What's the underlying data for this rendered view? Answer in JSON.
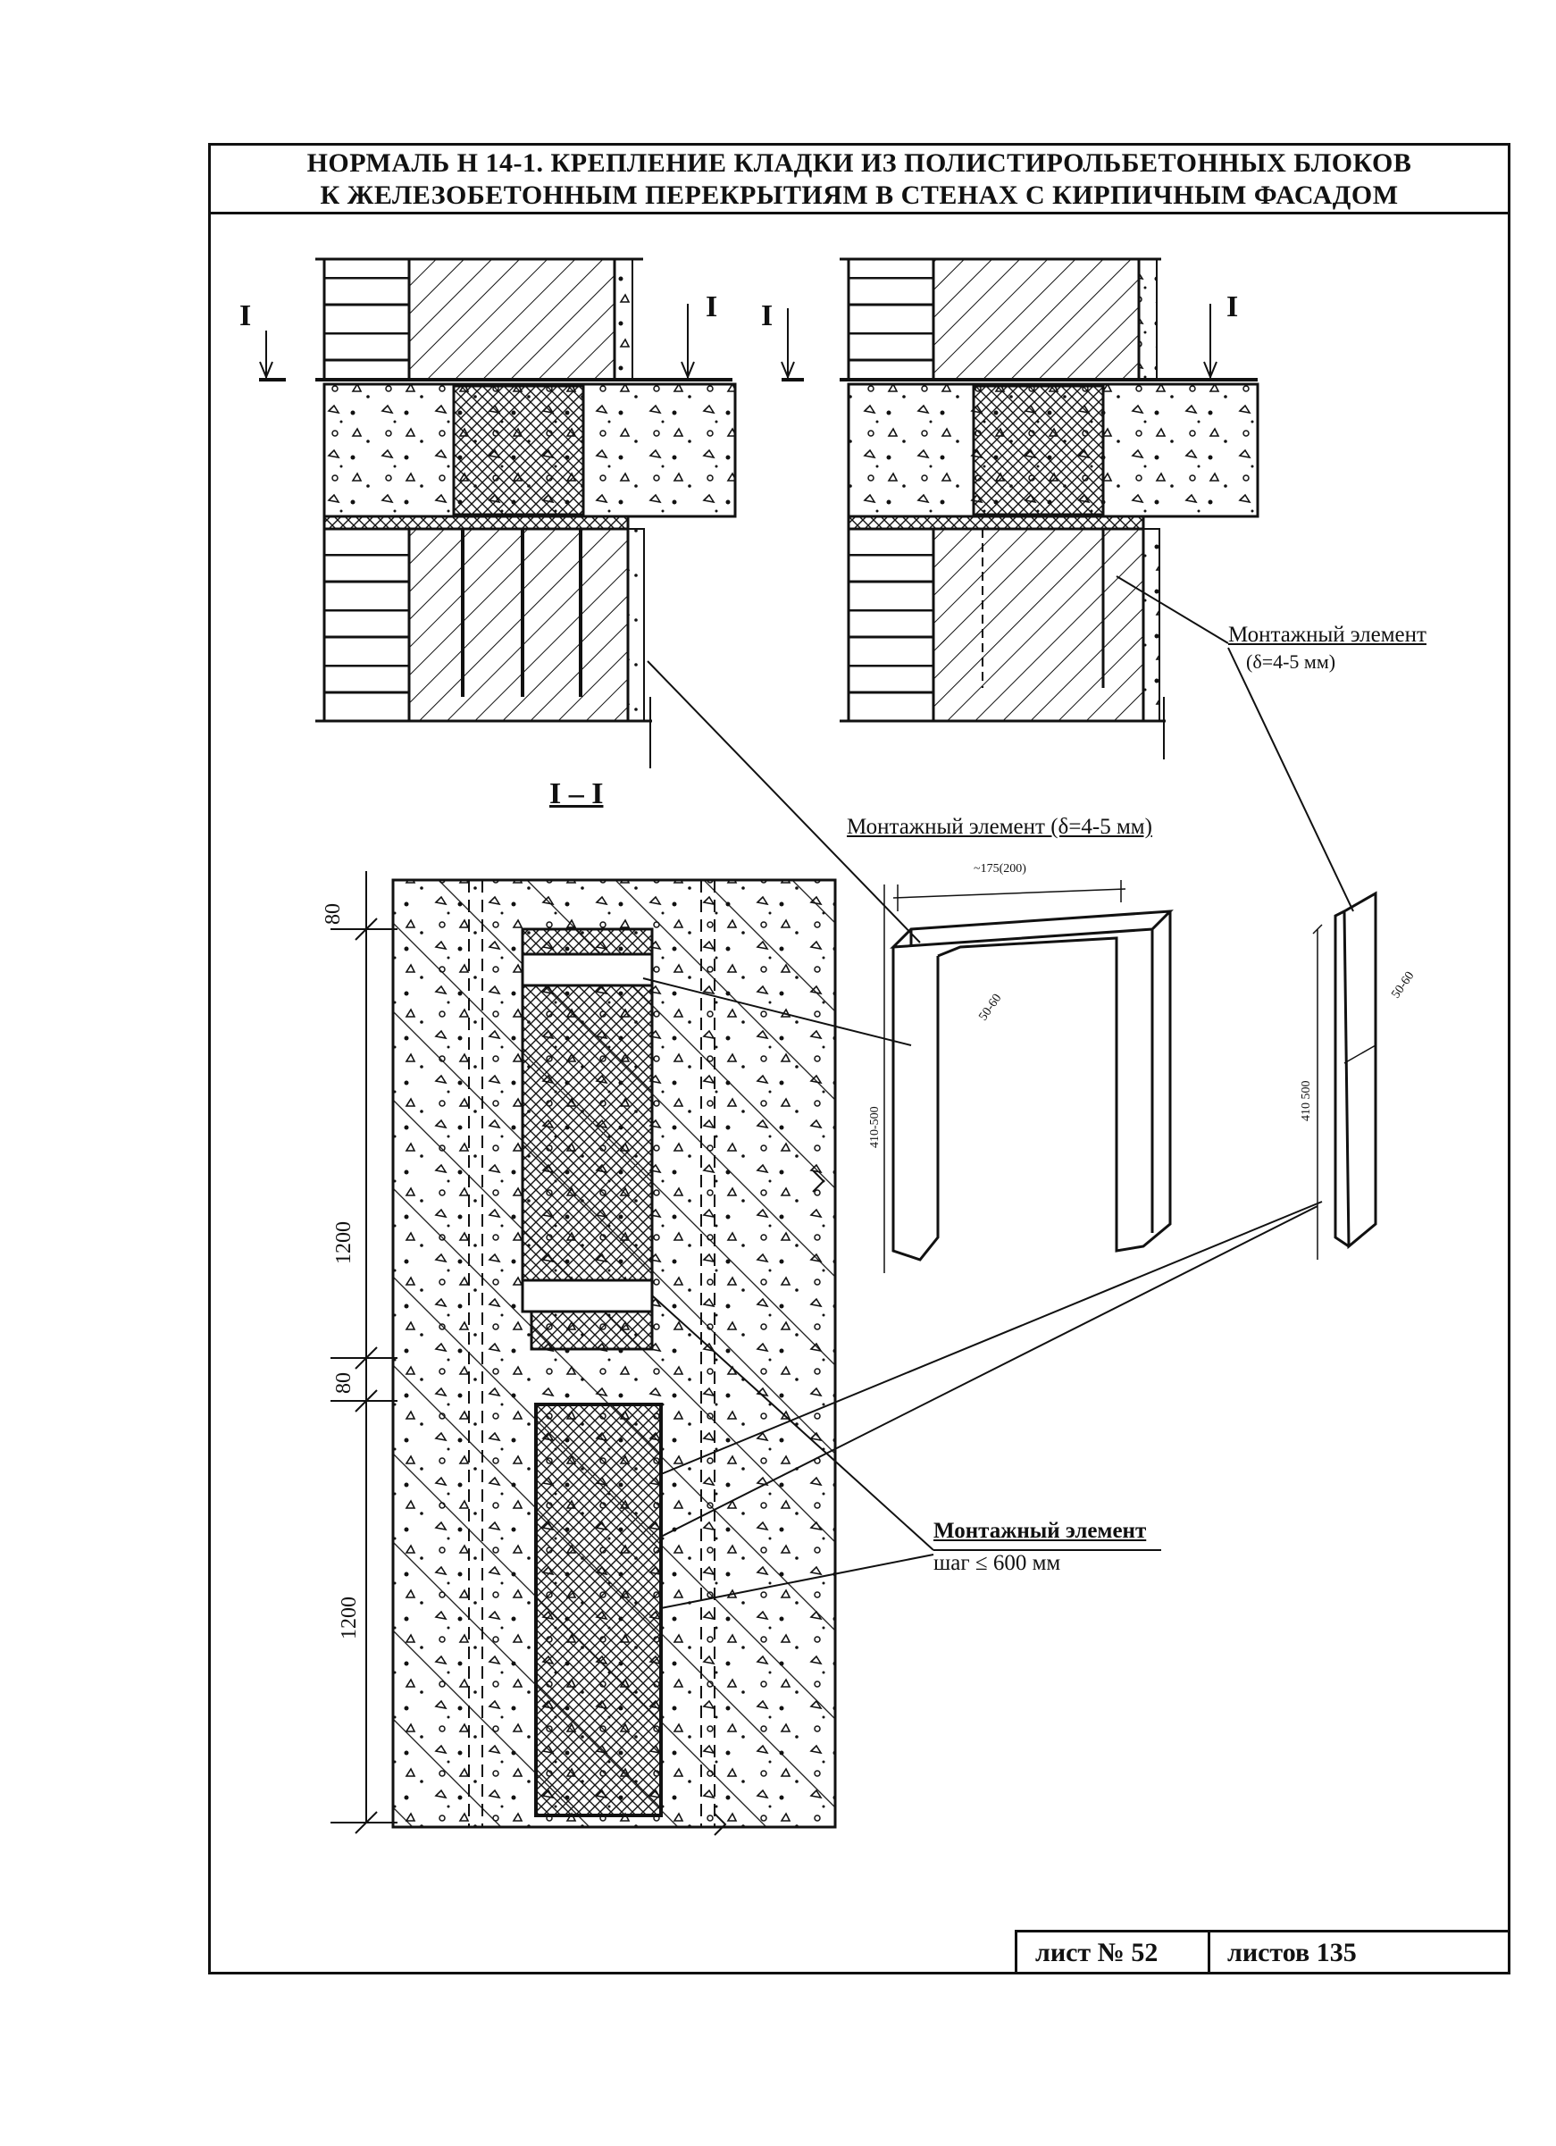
{
  "title": {
    "line1": "НОРМАЛЬ Н 14-1. КРЕПЛЕНИЕ КЛАДКИ ИЗ ПОЛИСТИРОЛЬБЕТОННЫХ БЛОКОВ",
    "line2": "К ЖЕЛЕЗОБЕТОННЫМ ПЕРЕКРЫТИЯМ В СТЕНАХ С КИРПИЧНЫМ ФАСАДОМ"
  },
  "section_marks": {
    "left_a": "I",
    "left_b": "I",
    "right_a": "I",
    "right_b": "I",
    "section_title": "I – I"
  },
  "labels": {
    "mount_right": "Монтажный элемент",
    "mount_right_delta": "(δ=4-5 мм)",
    "mount_center": "Монтажный элемент (δ=4-5 мм)",
    "mount_bottom": "Монтажный элемент",
    "mount_bottom_step": "шаг ≤ 600 мм"
  },
  "dimensions": {
    "u_width": "~175(200)",
    "u_flange": "50-60",
    "u_height": "410-500",
    "plate_height": "410 500",
    "plate_flange": "50-60",
    "d_80_top": "80",
    "d_1200_top": "1200",
    "d_80_mid": "80",
    "d_1200_bottom": "1200"
  },
  "sheet": {
    "number_label": "лист № 52",
    "total_label": "листов 135"
  },
  "colors": {
    "line": "#111111",
    "paper": "#ffffff"
  }
}
